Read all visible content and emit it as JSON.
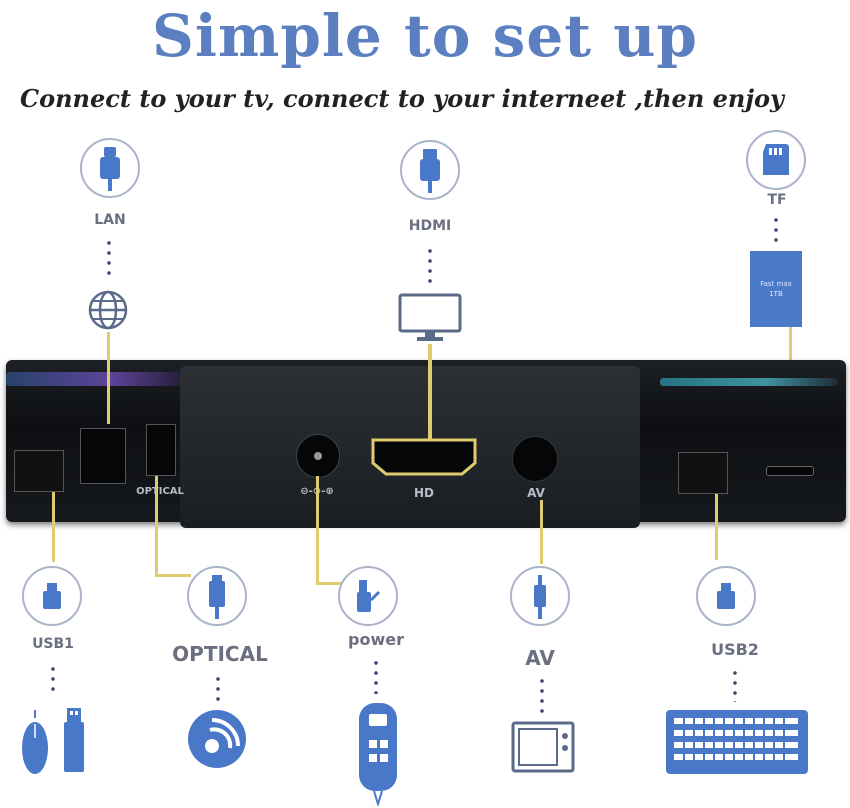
{
  "title": "Simple to set  up",
  "subtitle": "Connect to your tv, connect to your interneet ,then enjoy",
  "top_connectors": {
    "lan": "LAN",
    "hdmi": "HDMI",
    "tf": "TF",
    "tf_card_text": "Fast max 1TB"
  },
  "device_ports": {
    "optical": "OPTICAL",
    "hd": "HD",
    "av": "AV"
  },
  "bottom_connectors": {
    "usb1": "USB1",
    "optical": "OPTICAL",
    "power": "power",
    "av": "AV",
    "usb2": "USB2"
  },
  "colors": {
    "title": "#5b7fc0",
    "icon_blue": "#4a78c8",
    "wire": "#e0cc70",
    "device": "#121417"
  },
  "icons": [
    "lan-cable-icon",
    "globe-icon",
    "hdmi-cable-icon",
    "monitor-icon",
    "sd-card-icon",
    "usb-icon",
    "optical-cable-icon",
    "power-plug-icon",
    "av-plug-icon",
    "mouse-icon",
    "usb-drive-icon",
    "optical-disc-icon",
    "remote-control-icon",
    "tv-icon",
    "keyboard-icon"
  ]
}
